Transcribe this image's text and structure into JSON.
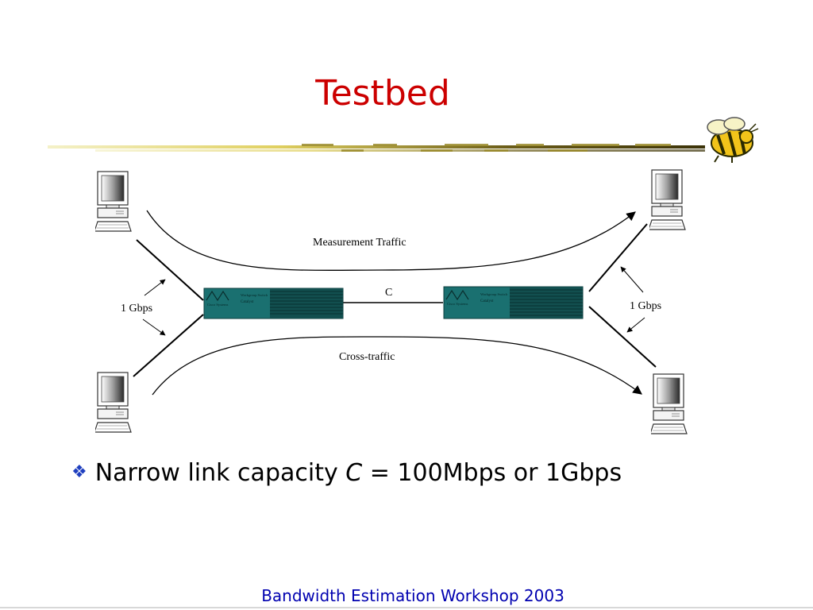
{
  "slide": {
    "title": "Testbed",
    "footer": "Bandwidth Estimation Workshop 2003"
  },
  "diagram": {
    "measurement_label": "Measurement Traffic",
    "cross_label": "Cross-traffic",
    "link_label": "C",
    "left_rate_label": "1 Gbps",
    "right_rate_label": "1 Gbps",
    "switch_left": {
      "brand": "Cisco Systems",
      "model": "Workgroup Switch",
      "series": "Catalyst"
    },
    "switch_right": {
      "brand": "Cisco Systems",
      "model": "Workgroup Switch",
      "series": "Catalyst"
    },
    "switch_color": "#1a7070"
  },
  "bullet": {
    "prefix": "Narrow link capacity ",
    "variable": "C",
    "suffix": " = 100Mbps or 1Gbps",
    "marker_icon": "diamond-bullet-icon"
  },
  "colors": {
    "title": "#cc0000",
    "footer": "#0000b0",
    "bullet_marker": "#1f3fbf"
  }
}
